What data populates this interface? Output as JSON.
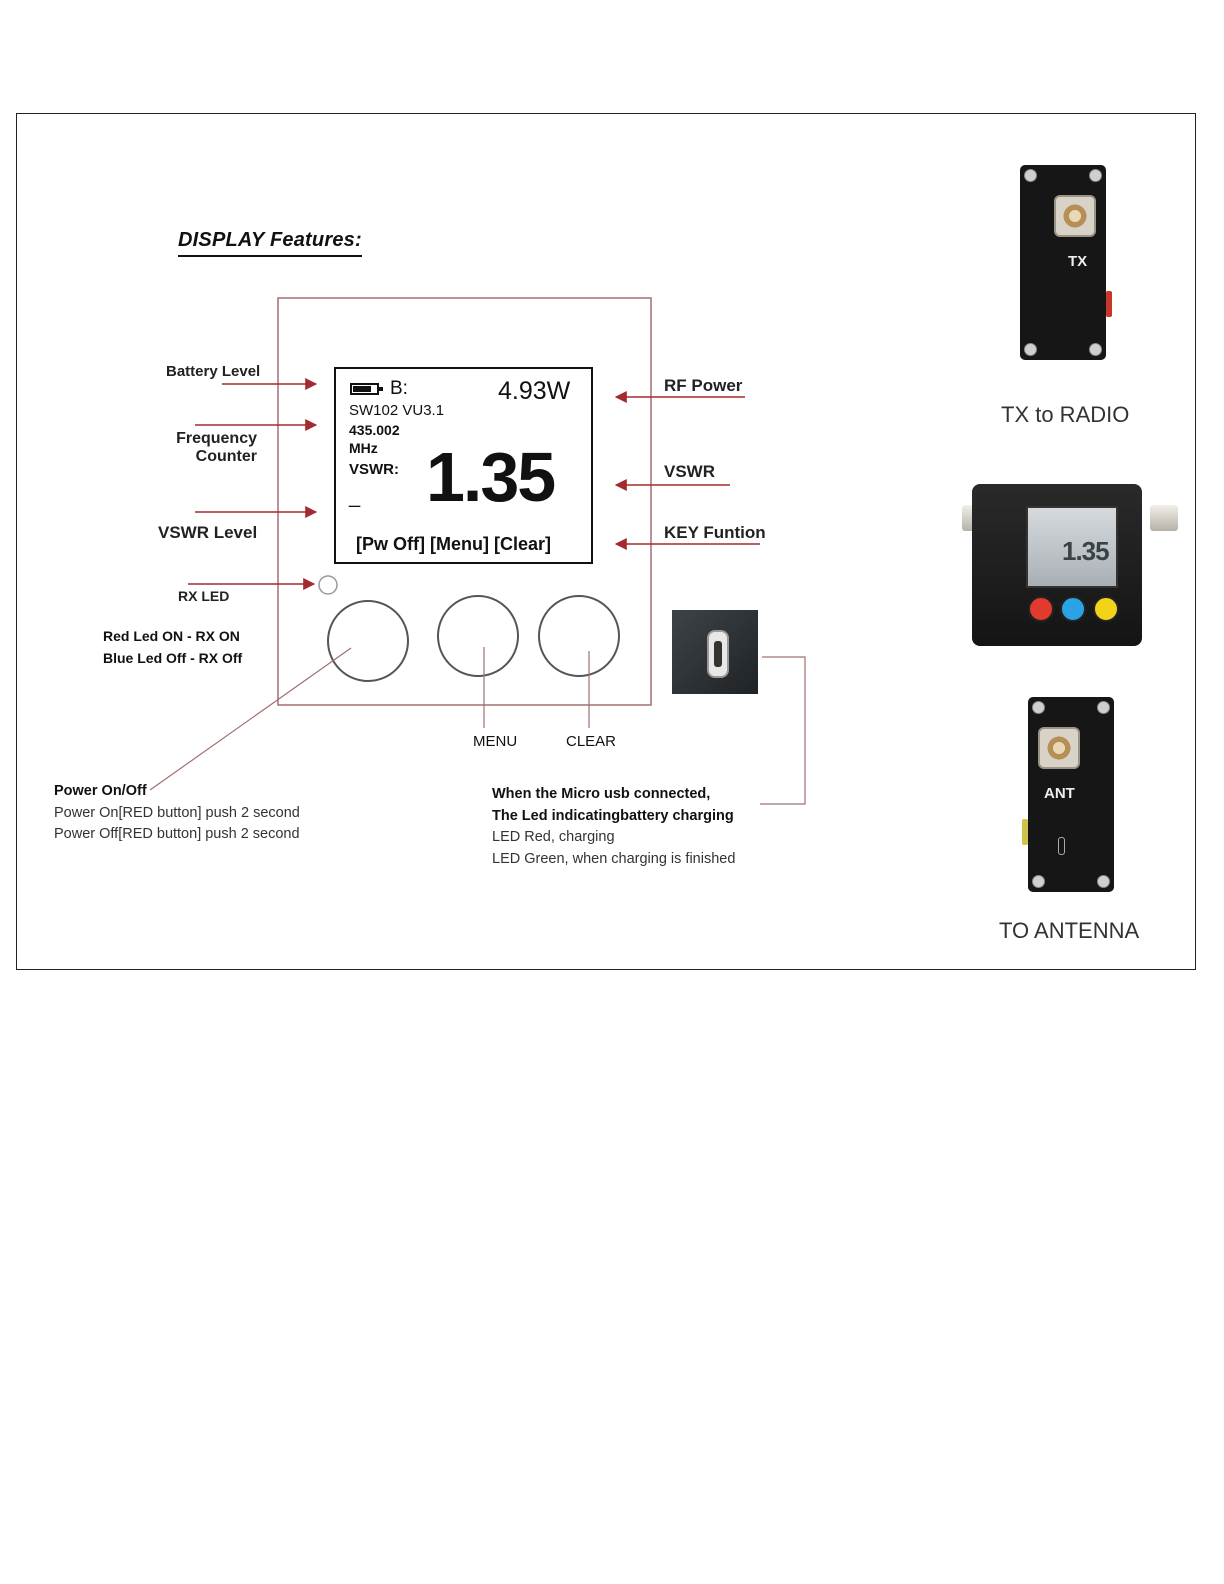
{
  "title": "DISPLAY Features:",
  "labels_left": {
    "battery_level": "Battery Level",
    "frequency_counter_1": "Frequency",
    "frequency_counter_2": "Counter",
    "vswr_level": "VSWR Level",
    "rx_led": "RX LED",
    "rx_led_note_1": "Red  Led  ON - RX  ON",
    "rx_led_note_2": "Blue  Led Off - RX  Off"
  },
  "labels_right": {
    "rf_power": "RF Power",
    "vswr": "VSWR",
    "key_function": "KEY Funtion"
  },
  "lcd": {
    "battery_prefix": "B:",
    "power": "4.93W",
    "model": "SW102 VU3.1",
    "frequency": "435.002",
    "frequency_unit": "MHz",
    "vswr_label": "VSWR:",
    "vswr_value": "1.35",
    "vswr_bar": "_",
    "keys": "[Pw Off] [Menu] [Clear]"
  },
  "buttons": {
    "menu": "MENU",
    "clear": "CLEAR"
  },
  "power_notes": {
    "heading": "Power On/Off",
    "line1": "Power On[RED button] push 2 second",
    "line2": "Power Off[RED button] push 2 second"
  },
  "usb_notes": {
    "line1": "When the Micro usb connected,",
    "line2": "The Led indicatingbattery charging",
    "line3": "LED Red, charging",
    "line4": "LED Green, when charging is finished"
  },
  "photos": {
    "tx_connector_label": "TX",
    "tx_caption": "TX to RADIO",
    "meter_screen_value": "1.35",
    "ant_connector_label": "ANT",
    "ant_caption": "TO ANTENNA"
  },
  "colors": {
    "arrow": "#a32b2f",
    "button_red": "#e23b2e",
    "button_blue": "#2aa3e6",
    "button_yellow": "#f3d21a"
  }
}
